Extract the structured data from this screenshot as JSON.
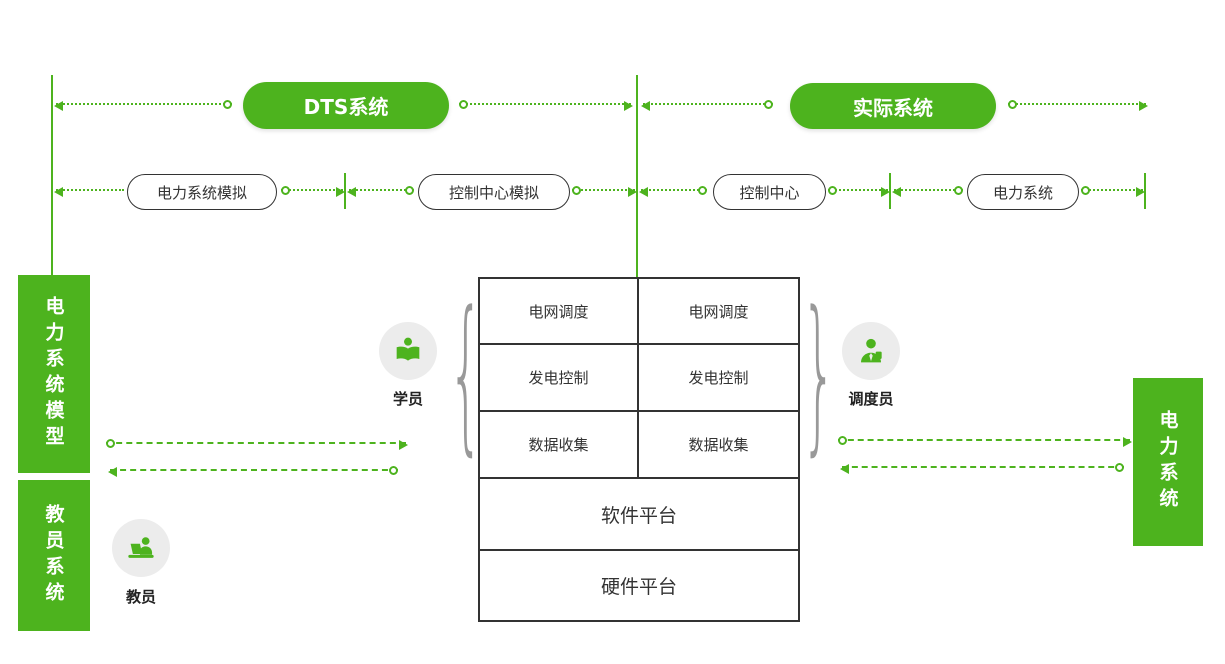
{
  "colors": {
    "accent_green": "#4db31e",
    "table_border": "#333333",
    "brace_gray": "#999999",
    "icon_circle_bg": "#ececec"
  },
  "top_row": {
    "dts": "DTS系统",
    "actual": "实际系统"
  },
  "module_row": {
    "pills": [
      "电力系统模拟",
      "控制中心模拟",
      "控制中心",
      "电力系统"
    ]
  },
  "left_bar": {
    "top": "电力系统模型",
    "bottom": "教员系统"
  },
  "right_bar": {
    "label": "电力系统"
  },
  "platform": {
    "left_stack": [
      "电网调度",
      "发电控制",
      "数据收集"
    ],
    "right_stack": [
      "电网调度",
      "发电控制",
      "数据收集"
    ],
    "software": "软件平台",
    "hardware": "硬件平台"
  },
  "actors": {
    "student": "学员",
    "dispatcher": "调度员",
    "instructor": "教员"
  }
}
